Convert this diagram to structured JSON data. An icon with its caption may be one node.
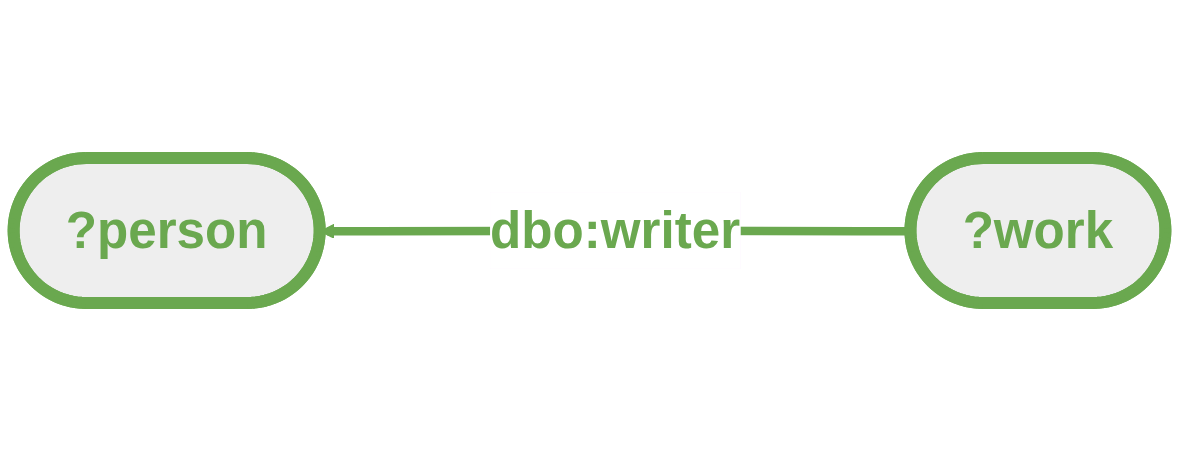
{
  "diagram": {
    "nodes": [
      {
        "text": [
          "?work"
        ]
      },
      {
        "text": [
          "?person"
        ]
      }
    ],
    "edges": [
      {
        "from": 0,
        "to": 1,
        "label": "dbo:writer",
        "arrow": "to"
      }
    ]
  }
}
